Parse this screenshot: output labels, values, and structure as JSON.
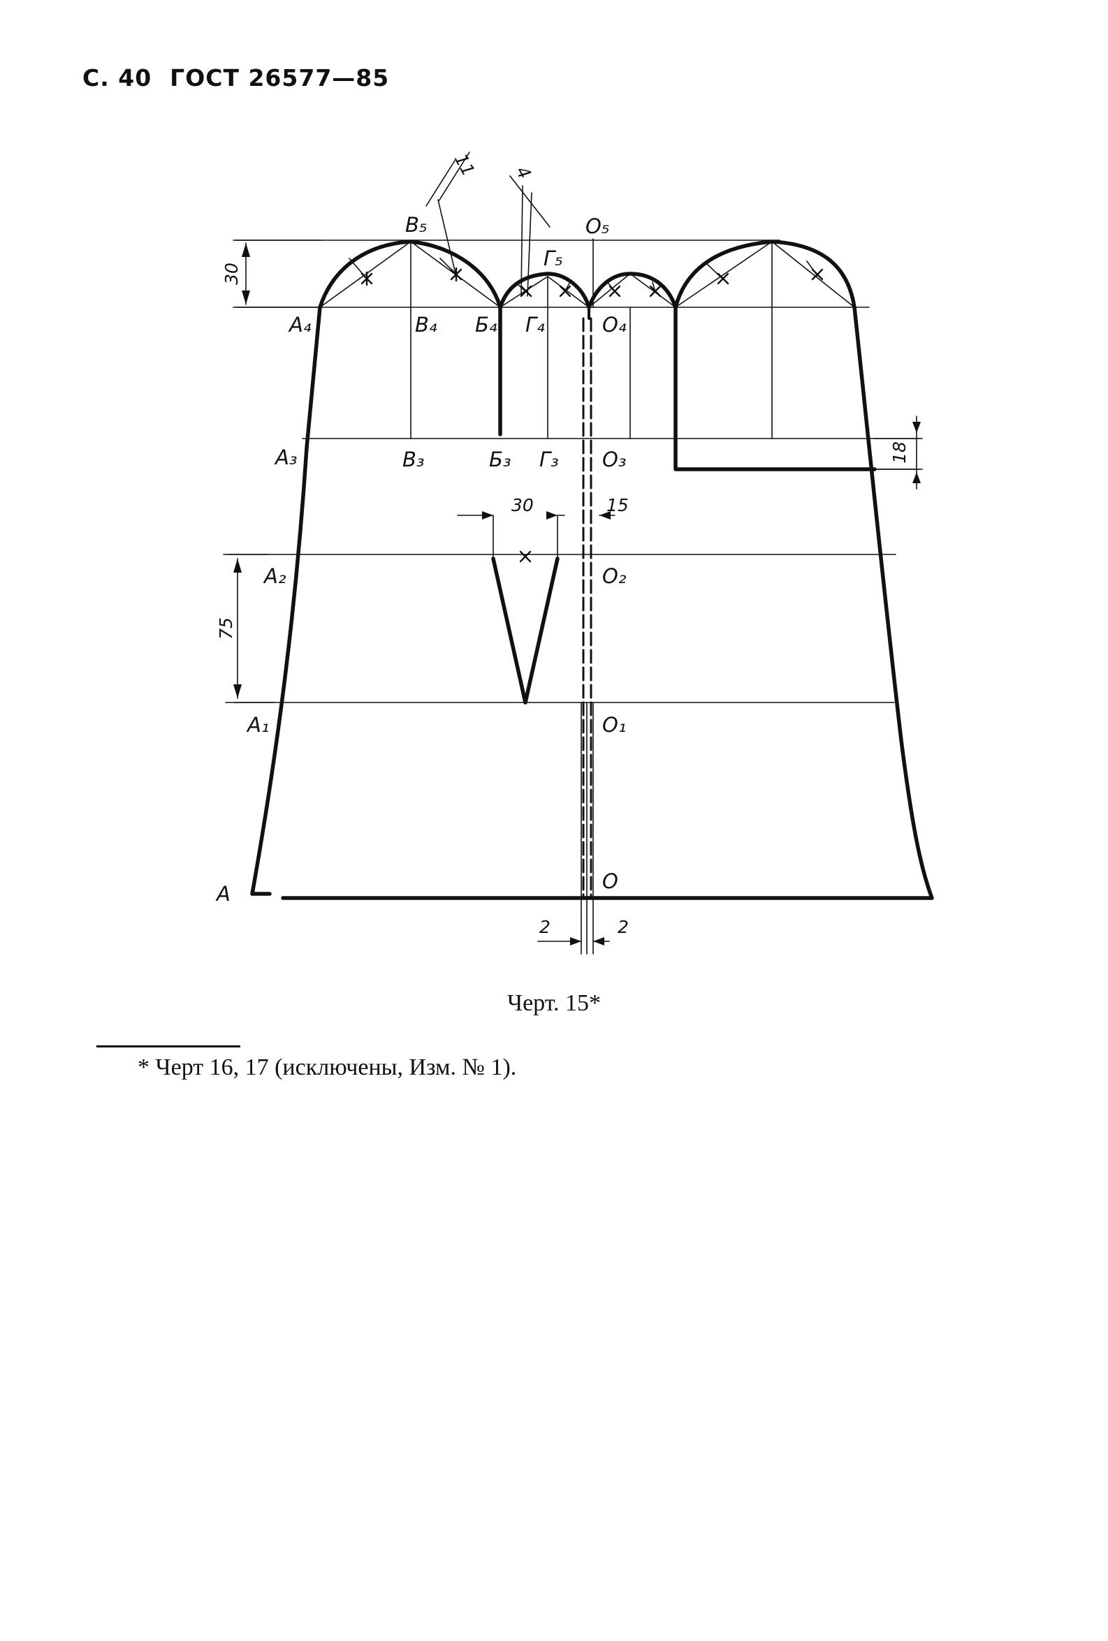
{
  "header": {
    "page": "С. 40",
    "standard": "ГОСТ 26577—85"
  },
  "drawing": {
    "point_labels": {
      "A": "А",
      "A1": "А₁",
      "A2": "А₂",
      "A3": "А₃",
      "A4": "А₄",
      "B3": "В₃",
      "B4": "В₄",
      "B5": "В₅",
      "Bb3": "Б₃",
      "Bb4": "Б₄",
      "G3": "Г₃",
      "G4": "Г₄",
      "G5": "Г₅",
      "O": "О",
      "O1": "О₁",
      "O2": "О₂",
      "O3": "О₃",
      "O4": "О₄",
      "O5": "О₅"
    },
    "dimensions": {
      "top_height": "30",
      "dart_width": "30",
      "dart_offset": "15",
      "dart_depth": "75",
      "slit": "18",
      "seam_left": "2",
      "seam_right": "2",
      "top_small_11": "11",
      "top_small_4": "4"
    }
  },
  "caption": "Черт. 15*",
  "footnote": "* Черт 16, 17 (исключены, Изм. № 1)."
}
